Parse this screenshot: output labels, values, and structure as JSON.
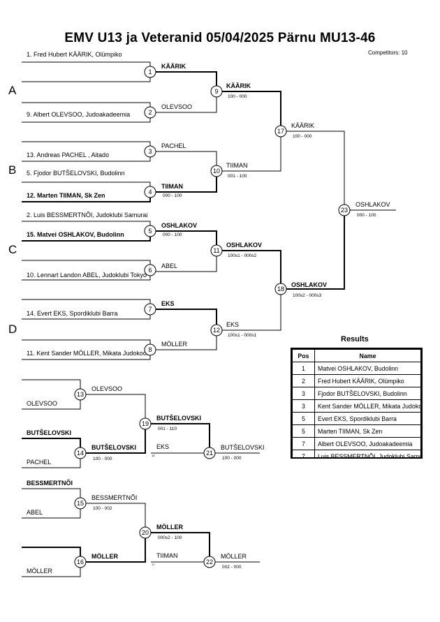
{
  "title": "EMV U13 ja Veteranid  05/04/2025  Pärnu   MU13-46",
  "competitors": "Competitors: 10",
  "pools": [
    "A",
    "B",
    "C",
    "D"
  ],
  "entries": [
    {
      "text": "1. Fred Hubert KÄÄRIK, Olümpiko",
      "bold": false
    },
    {
      "text": "9. Albert OLEVSOO, Judoakadeemia",
      "bold": false
    },
    {
      "text": "13. Andreas PACHEL , Aitado",
      "bold": false
    },
    {
      "text": "5. Fjodor BUTŠELOVSKI, Budolinn",
      "bold": false
    },
    {
      "text": "12. Marten TIIMAN, Sk Zen",
      "bold": true
    },
    {
      "text": "2. Luis BESSMERTNÕI, Judoklubi Samurai",
      "bold": false
    },
    {
      "text": "15. Matvei OSHLAKOV, Budolinn",
      "bold": true
    },
    {
      "text": "10. Lennart Landon ABEL, Judoklubi Tokyo",
      "bold": false
    },
    {
      "text": "14. Evert EKS, Spordiklubi Barra",
      "bold": false
    },
    {
      "text": "11. Kent Sander MÖLLER, Mikata Judokool",
      "bold": false
    }
  ],
  "matches": [
    {
      "num": "1",
      "winner": "KÄÄRIK",
      "winner_bold": true,
      "score": ""
    },
    {
      "num": "2",
      "winner": "OLEVSOO",
      "winner_bold": false,
      "score": ""
    },
    {
      "num": "3",
      "winner": "PACHEL",
      "winner_bold": false,
      "score": ""
    },
    {
      "num": "4",
      "winner": "TIIMAN",
      "winner_bold": true,
      "score": "000 - 100"
    },
    {
      "num": "5",
      "winner": "OSHLAKOV",
      "winner_bold": true,
      "score": "000 - 100"
    },
    {
      "num": "6",
      "winner": "ABEL",
      "winner_bold": false,
      "score": ""
    },
    {
      "num": "7",
      "winner": "EKS",
      "winner_bold": true,
      "score": ""
    },
    {
      "num": "8",
      "winner": "MÖLLER",
      "winner_bold": false,
      "score": ""
    },
    {
      "num": "9",
      "winner": "KÄÄRIK",
      "winner_bold": true,
      "score": "100 - 000"
    },
    {
      "num": "10",
      "winner": "TIIMAN",
      "winner_bold": false,
      "score": "001 - 100"
    },
    {
      "num": "11",
      "winner": "OSHLAKOV",
      "winner_bold": true,
      "score": "100s1 - 000s2"
    },
    {
      "num": "12",
      "winner": "EKS",
      "winner_bold": false,
      "score": "100s1 - 000s1"
    },
    {
      "num": "17",
      "winner": "KÄÄRIK",
      "winner_bold": false,
      "score": "100 - 000"
    },
    {
      "num": "18",
      "winner": "OSHLAKOV",
      "winner_bold": true,
      "score": "100s2 - 000s3"
    },
    {
      "num": "23",
      "winner": "OSHLAKOV",
      "winner_bold": false,
      "score": "000 - 100"
    }
  ],
  "repechage": [
    {
      "top": "",
      "bottom": "OLEVSOO",
      "bottom_bold": false,
      "m1": "13",
      "m1_winner": "OLEVSOO",
      "m1_bold": false,
      "m1_score": "",
      "top2": "BUTŠELOVSKI",
      "bottom2": "PACHEL",
      "m2": "14",
      "m2_winner": "BUTŠELOVSKI",
      "m2_bold": true,
      "m2_score": "100 - 000",
      "m3": "19",
      "m3_winner": "BUTŠELOVSKI",
      "m3_bold": true,
      "m3_score": "001 - 110",
      "drop": "EKS",
      "drop_from": "18",
      "m4": "21",
      "m4_winner": "BUTŠELOVSKI",
      "m4_score": "100 - 000"
    },
    {
      "top": "BESSMERTNÕI",
      "bottom": "ABEL",
      "bottom_bold": false,
      "m1": "15",
      "m1_winner": "BESSMERTNÕI",
      "m1_bold": false,
      "m1_score": "100 - 002",
      "top2": "",
      "bottom2": "MÖLLER",
      "m2": "16",
      "m2_winner": "MÖLLER",
      "m2_bold": true,
      "m2_score": "",
      "m3": "20",
      "m3_winner": "MÖLLER",
      "m3_bold": true,
      "m3_score": "000s2 - 100",
      "drop": "TIIMAN",
      "drop_from": "17",
      "m4": "22",
      "m4_winner": "MÖLLER",
      "m4_score": "002 - 000"
    }
  ],
  "results": {
    "title": "Results",
    "headers": [
      "Pos",
      "Name"
    ],
    "rows": [
      {
        "pos": "1",
        "name": "Matvei OSHLAKOV, Budolinn"
      },
      {
        "pos": "2",
        "name": "Fred Hubert KÄÄRIK, Olümpiko"
      },
      {
        "pos": "3",
        "name": "Fjodor BUTŠELOVSKI, Budolinn"
      },
      {
        "pos": "3",
        "name": "Kent Sander MÖLLER, Mikata Judokool"
      },
      {
        "pos": "5",
        "name": "Evert EKS, Spordiklubi Barra"
      },
      {
        "pos": "5",
        "name": "Marten TIIMAN, Sk Zen"
      },
      {
        "pos": "7",
        "name": "Albert OLEVSOO, Judoakadeemia"
      },
      {
        "pos": "7",
        "name": "Luis BESSMERTNÕI, Judoklubi Samurai"
      }
    ]
  }
}
